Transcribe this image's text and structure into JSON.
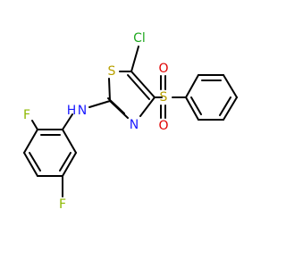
{
  "molecule": {
    "atoms": {
      "cl": {
        "label": "Cl",
        "color": "#1fa81f"
      },
      "s_ring": {
        "label": "S",
        "color": "#b8a000"
      },
      "n_ring": {
        "label": "N",
        "color": "#1a1aff"
      },
      "s_sulfonyl": {
        "label": "S",
        "color": "#b8a000"
      },
      "o_top": {
        "label": "O",
        "color": "#e00000"
      },
      "o_bottom": {
        "label": "O",
        "color": "#e00000"
      },
      "nh_h": {
        "label": "H",
        "color": "#1a1aff"
      },
      "nh_n": {
        "label": "N",
        "color": "#1a1aff"
      },
      "f_ortho": {
        "label": "F",
        "color": "#8db800"
      },
      "f_para": {
        "label": "F",
        "color": "#8db800"
      }
    }
  }
}
